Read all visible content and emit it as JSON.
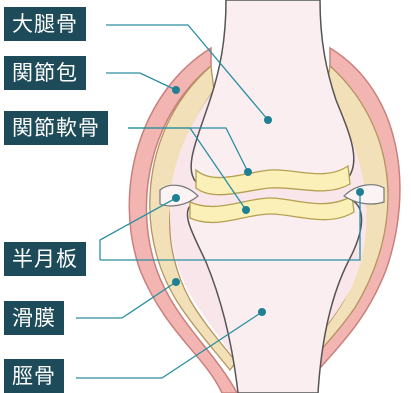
{
  "labels": {
    "femur": "大腿骨",
    "joint_capsule": "関節包",
    "articular_cartilage": "関節軟骨",
    "meniscus": "半月板",
    "synovium": "滑膜",
    "tibia": "脛骨"
  },
  "colors": {
    "label_background": "#1e4b5a",
    "label_text": "#ffffff",
    "leader_line": "#2a8fa0",
    "leader_dot": "#1f7f93",
    "capsule": "#f3b5b2",
    "capsule_outline": "#c9807d",
    "synovium": "#f2e0b8",
    "bone": "#f9e6ea",
    "bone_outline": "#555555",
    "cartilage": "#faf0b8",
    "cartilage_outline": "#b5a050",
    "background": "#ffffff"
  }
}
